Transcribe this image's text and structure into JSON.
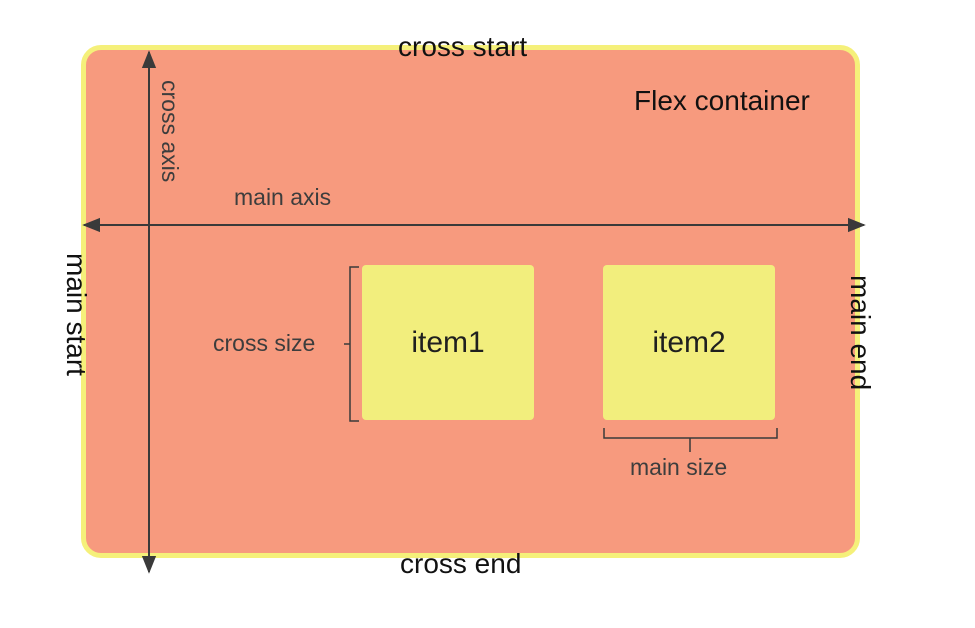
{
  "container": {
    "title": "Flex container",
    "background_color": "#f79a7e",
    "border_color": "#f5f07a"
  },
  "items": [
    {
      "label": "item1",
      "color": "#f2ee7d"
    },
    {
      "label": "item2",
      "color": "#f2ee7d"
    }
  ],
  "labels": {
    "cross_start": "cross start",
    "cross_end": "cross end",
    "main_start": "main start",
    "main_end": "main end",
    "main_axis": "main axis",
    "cross_axis": "cross axis",
    "cross_size": "cross size",
    "main_size": "main size"
  }
}
